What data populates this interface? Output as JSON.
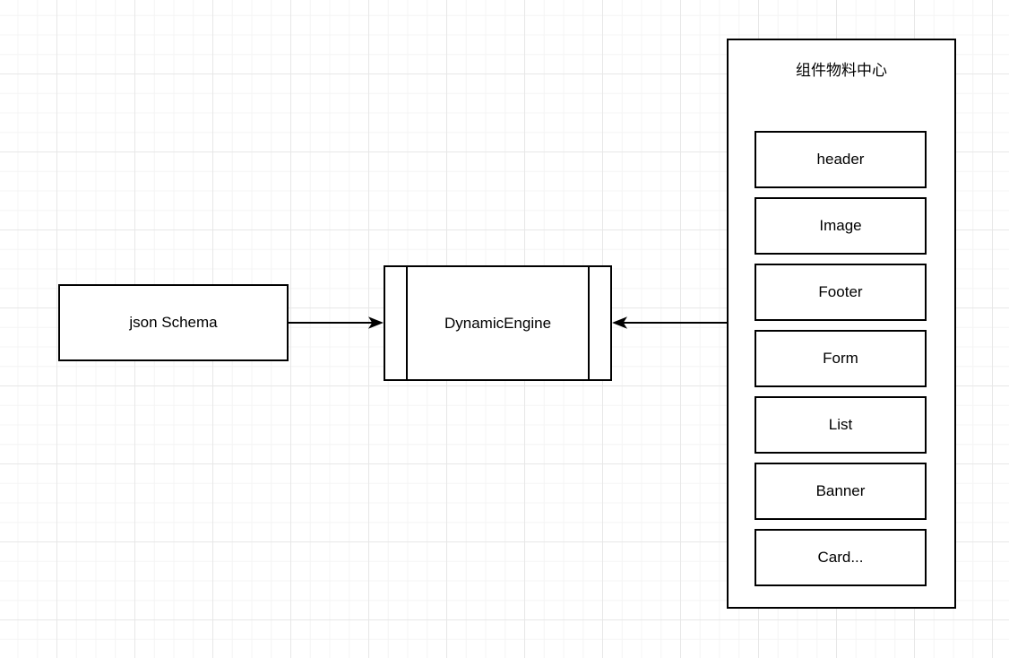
{
  "canvas": {
    "background_color": "#ffffff",
    "grid_minor_color": "#f4f4f4",
    "grid_major_color": "#e7e7e7",
    "shape_stroke_color": "#000000",
    "shape_fill_color": "#ffffff"
  },
  "nodes": {
    "json_schema": {
      "label": "json Schema"
    },
    "dynamic_engine": {
      "label": "DynamicEngine"
    },
    "material_center": {
      "title": "组件物料中心",
      "items": [
        {
          "label": "header"
        },
        {
          "label": "Image"
        },
        {
          "label": "Footer"
        },
        {
          "label": "Form"
        },
        {
          "label": "List"
        },
        {
          "label": "Banner"
        },
        {
          "label": "Card..."
        }
      ]
    }
  },
  "edges": [
    {
      "name": "json-schema-to-dynamic-engine",
      "from": "json Schema",
      "to": "DynamicEngine",
      "direction": "right"
    },
    {
      "name": "material-center-to-dynamic-engine",
      "from": "组件物料中心",
      "to": "DynamicEngine",
      "direction": "left"
    }
  ]
}
